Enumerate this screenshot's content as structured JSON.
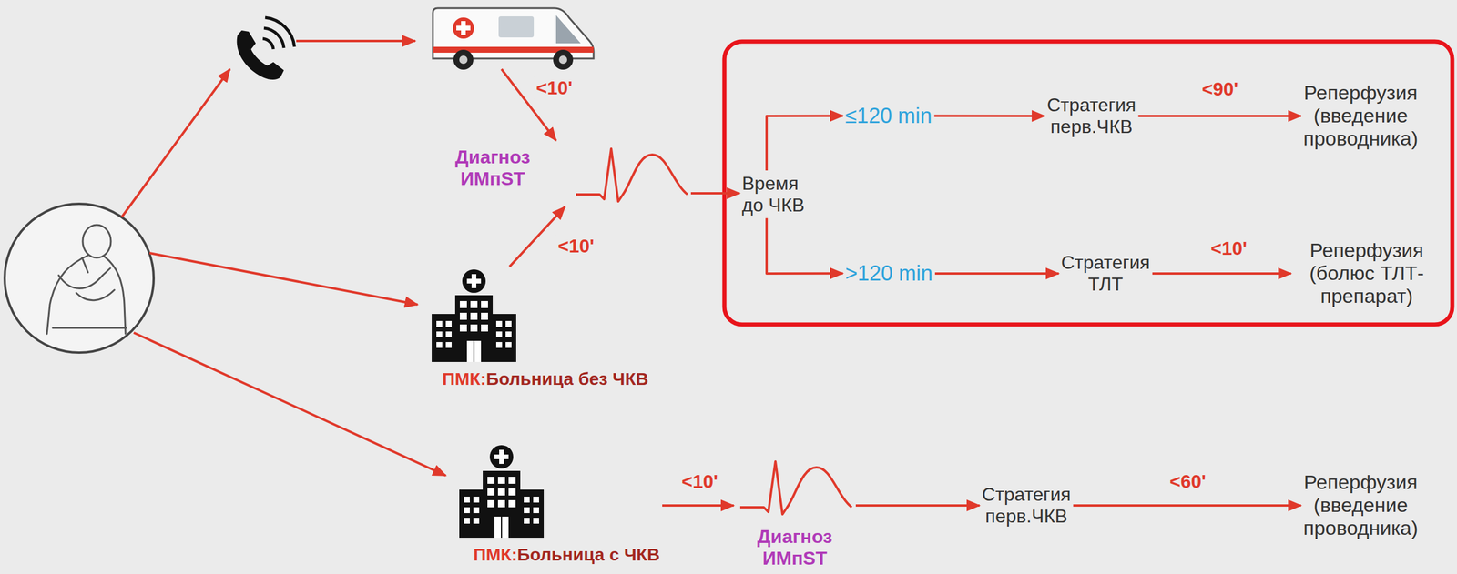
{
  "diagram": {
    "nodes": [
      {
        "text": [
          "ПМК:",
          "Больница без ЧКВ"
        ]
      },
      {
        "text": [
          "Диагноз ИМпST"
        ]
      },
      {
        "text": [
          "Время до ЧКВ"
        ]
      },
      {
        "text": [
          "≤120 min"
        ]
      },
      {
        "text": [
          "Стратегия перв.ЧКВ"
        ]
      },
      {
        "text": [
          "Реперфузия (введение проводника)"
        ]
      },
      {
        "text": [
          ">120 min"
        ]
      },
      {
        "text": [
          "Стратегия ТЛТ"
        ]
      },
      {
        "text": [
          "Реперфузия (болюс ТЛТ-препарат)"
        ]
      },
      {
        "text": [
          "ПМК:",
          "Больница с ЧКВ"
        ]
      },
      {
        "text": [
          "Диагноз ИМпST"
        ]
      },
      {
        "text": [
          "Стратегия перв.ЧКВ"
        ]
      },
      {
        "text": [
          "Реперфузия (введение проводника)"
        ]
      }
    ],
    "edges": [
      {
        "from": 0,
        "to": 1,
        "label": "<10'",
        "arrow": "to"
      },
      {
        "from": 1,
        "to": 2,
        "arrow": "to"
      },
      {
        "from": 2,
        "to": 3,
        "arrow": "to"
      },
      {
        "from": 2,
        "to": 6,
        "arrow": "to"
      },
      {
        "from": 3,
        "to": 4,
        "arrow": "to"
      },
      {
        "from": 4,
        "to": 5,
        "label": "<90'",
        "arrow": "to"
      },
      {
        "from": 6,
        "to": 7,
        "arrow": "to"
      },
      {
        "from": 7,
        "to": 8,
        "label": "<10'",
        "arrow": "to"
      },
      {
        "from": 9,
        "to": 10,
        "label": "<10'",
        "arrow": "to"
      },
      {
        "from": 10,
        "to": 11,
        "arrow": "to"
      },
      {
        "from": 11,
        "to": 12,
        "label": "<60'",
        "arrow": "to"
      }
    ],
    "labels": [
      "<10'"
    ]
  }
}
